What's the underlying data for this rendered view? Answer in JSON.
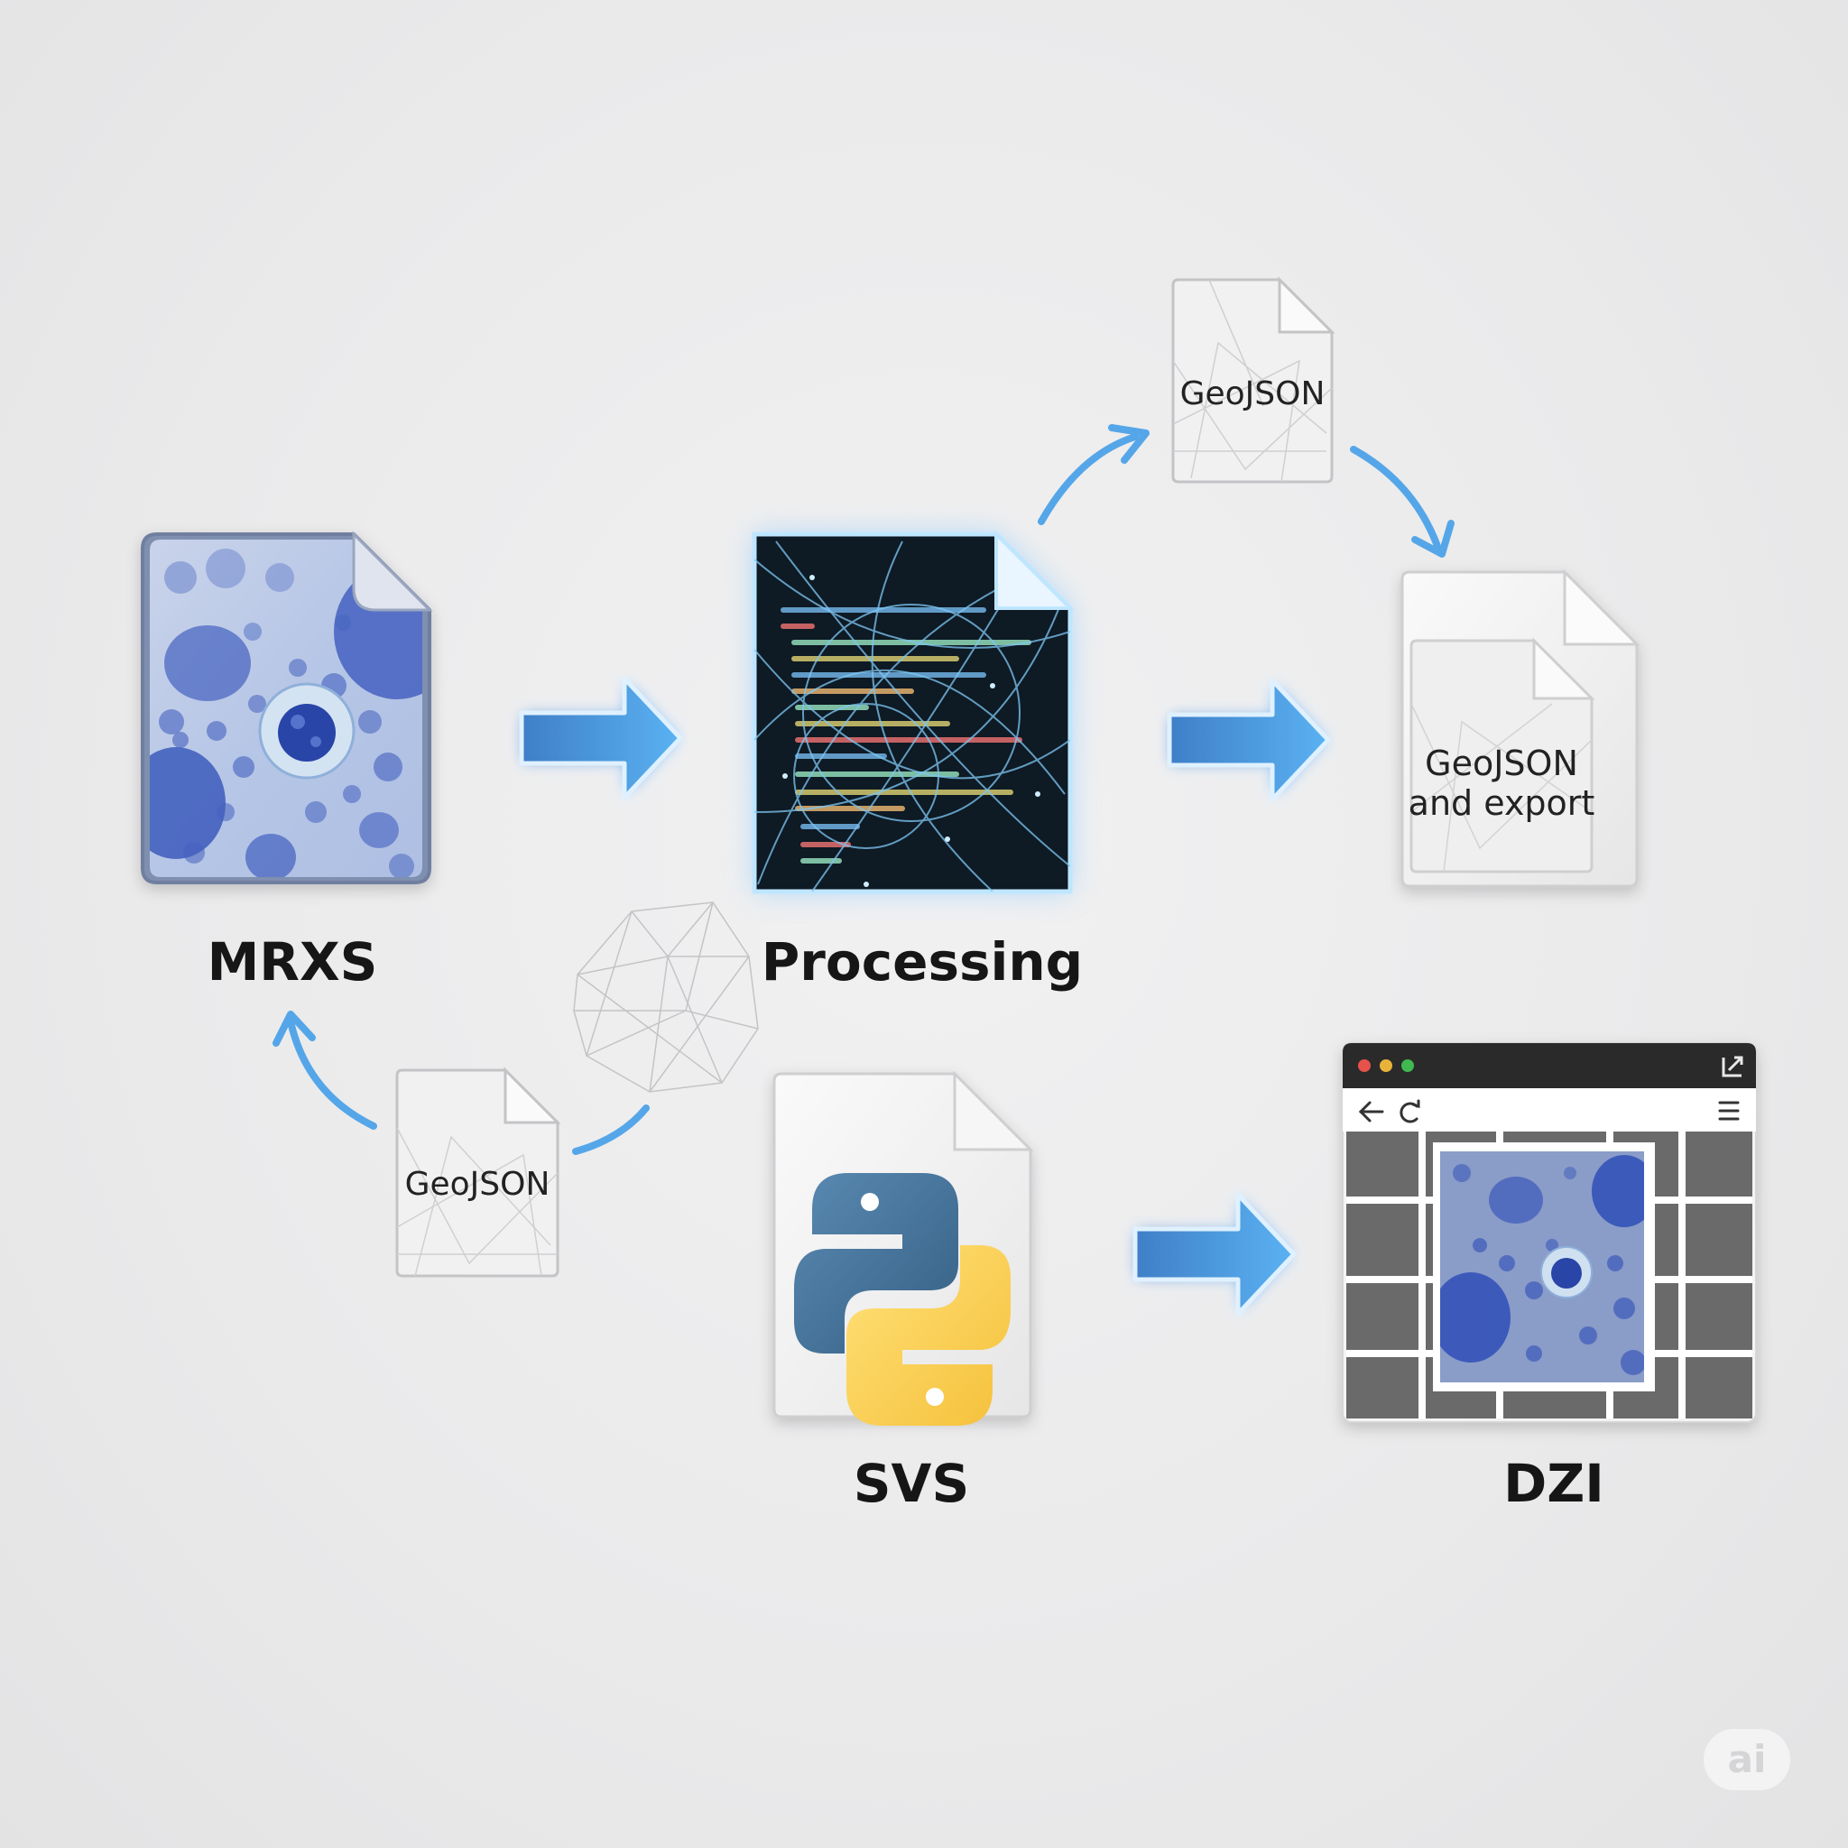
{
  "labels": {
    "mrxs": "MRXS",
    "processing": "Processing",
    "svs": "SVS",
    "dzi": "DZI"
  },
  "documents": {
    "geojson_top": "GeoJSON",
    "geojson_left": "GeoJSON",
    "geojson_export_line1": "GeoJSON",
    "geojson_export_line2": "and export"
  },
  "watermark": "ai",
  "icons": {
    "mrxs": "cell-slide-file-icon",
    "processing": "code-network-file-icon",
    "svs": "python-logo-file-icon",
    "dzi": "browser-window-viewer-icon",
    "geojson": "mesh-document-icon",
    "polyhedron": "wireframe-polyhedron-icon"
  },
  "colors": {
    "arrow_blue": "#4da3ea",
    "arrow_glow": "#7cc4ff",
    "cell_blue": "#2f4fb8",
    "slide_bg": "#b9c8e4",
    "code_bg": "#0d1820",
    "python_blue": "#3e6d93",
    "python_yellow": "#f7cd4a",
    "browser_bar": "#2b2b2b"
  }
}
